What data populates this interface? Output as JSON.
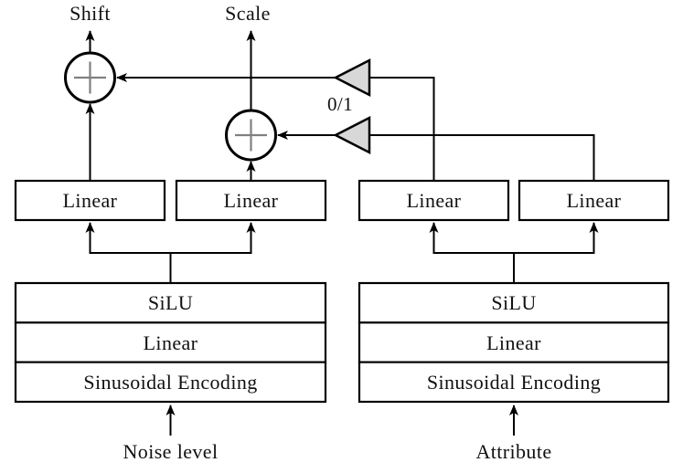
{
  "diagram": {
    "outputs": {
      "shift": "Shift",
      "scale": "Scale"
    },
    "gate_label": "0/1",
    "gate_icon": "left-triangle-gate-icon",
    "adder_icon": "plus-icon",
    "adder_symbol": "+",
    "linear_boxes": [
      "Linear",
      "Linear",
      "Linear",
      "Linear"
    ],
    "encoders": [
      {
        "input": "Noise level",
        "rows": [
          "SiLU",
          "Linear",
          "Sinusoidal Encoding"
        ]
      },
      {
        "input": "Attribute",
        "rows": [
          "SiLU",
          "Linear",
          "Sinusoidal Encoding"
        ]
      }
    ],
    "colors": {
      "stroke": "#000000",
      "background": "#ffffff",
      "triangle_fill": "#d8d8d8",
      "plus_stroke": "#808080",
      "text": "#111111"
    }
  }
}
